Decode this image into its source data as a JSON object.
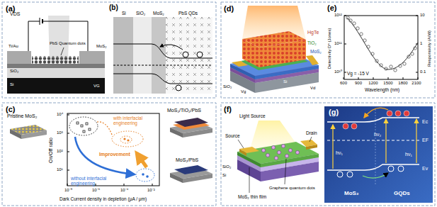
{
  "diagram": {
    "labels": [
      "(a)",
      "VDS",
      "Ti/Au",
      "PbS Quantum dots",
      "MoS₂",
      "SiO₂",
      "Si",
      "VG",
      "(b)",
      "Si",
      "SiO₂",
      "MoS₂",
      "PbS QDs",
      "(c)",
      "Pristine MoS₂",
      "On/Off ratio",
      "10⁴",
      "10³",
      "10²",
      "10¹",
      "10⁻⁸",
      "10⁻⁶",
      "10⁻⁴",
      "10⁻²",
      "Dark Current density in depletion (μA / μm)",
      "with interfacial engineering",
      "without interfacial engineering",
      "Improvement",
      "MoS₂/TiO₂/PbS",
      "MoS₂/PbS",
      "(d)",
      "HgTe",
      "TiO₂",
      "MoS₂",
      "SiO₂",
      "Si",
      "Vg",
      "Vd",
      "(e)",
      "Detectivity D* (Jones)",
      "10¹²",
      "10¹¹",
      "10¹⁰",
      "Responsivity (A/W)",
      "10",
      "1",
      "0.1",
      "600",
      "900",
      "1200",
      "1500",
      "1800",
      "2100",
      "Wavelength (nm)",
      "Vg = -15 V",
      "(f)",
      "Light Source",
      "Source",
      "Drain",
      "Graphene quantum dots",
      "SiO₂",
      "Si",
      "MoS₂ thin film",
      "(g)",
      "Ec",
      "EF",
      "Ev",
      "hν₂",
      "hν₁",
      "hν₁",
      "MoS₂",
      "GQDs"
    ]
  }
}
